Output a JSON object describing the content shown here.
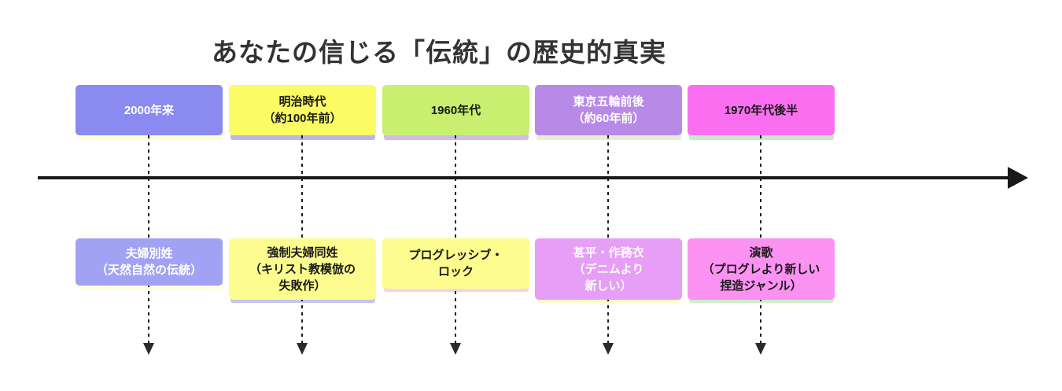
{
  "title": "あなたの信じる「伝統」の歴史的真実",
  "timeline": {
    "axis_color": "#1a1a1a",
    "direction": "left-to-right"
  },
  "columns": [
    {
      "period": {
        "label": "2000年来",
        "bg": "#8a8af0",
        "text_color": "#ffffff",
        "shadow_color": "#ffffcf"
      },
      "item": {
        "label": "夫婦別姓\n（天然自然の伝統）",
        "bg": "#a2a2f4",
        "text_color": "#ffffff",
        "shadow_color": "#ffffd8"
      }
    },
    {
      "period": {
        "label": "明治時代\n（約100年前）",
        "bg": "#fbfb63",
        "text_color": "#1a1a1a",
        "shadow_color": "#b7b7ee"
      },
      "item": {
        "label": "強制夫婦同姓\n（キリスト教模倣の\n失敗作）",
        "bg": "#fdfd8f",
        "text_color": "#1a1a1a",
        "shadow_color": "#c5c5f0"
      }
    },
    {
      "period": {
        "label": "1960年代",
        "bg": "#c9ee70",
        "text_color": "#1a1a1a",
        "shadow_color": "#cfbcec"
      },
      "item": {
        "label": "プログレッシブ・\nロック",
        "bg": "#fdfd8f",
        "text_color": "#1a1a1a",
        "shadow_color": "#f7d1ee"
      }
    },
    {
      "period": {
        "label": "東京五輪前後\n（約60年前）",
        "bg": "#b88ae8",
        "text_color": "#ffffff",
        "shadow_color": "#e2f2d0"
      },
      "item": {
        "label": "甚平・作務衣\n（デニムより\n新しい）",
        "bg": "#e69ef6",
        "text_color": "#ffffff",
        "shadow_color": "#fdfdc8"
      }
    },
    {
      "period": {
        "label": "1970年代後半",
        "bg": "#fa6ff0",
        "text_color": "#1a1a1a",
        "shadow_color": "#c2ecca"
      },
      "item": {
        "label": "演歌\n（プログレより新しい\n捏造ジャンル）",
        "bg": "#fb92f2",
        "text_color": "#1a1a1a",
        "shadow_color": "#cfeec9"
      }
    }
  ]
}
